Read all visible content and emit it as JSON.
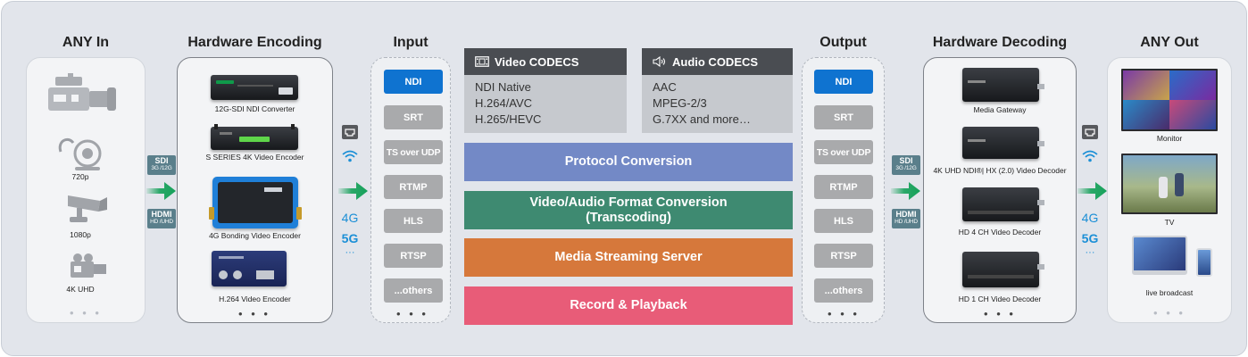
{
  "headings": {
    "any_in": "ANY In",
    "hw_encoding": "Hardware Encoding",
    "input": "Input",
    "output": "Output",
    "hw_decoding": "Hardware Decoding",
    "any_out": "ANY Out"
  },
  "any_in": {
    "sources": [
      {
        "icon": "camcorder-icon",
        "label": ""
      },
      {
        "icon": "webcam-icon",
        "label": "720p"
      },
      {
        "icon": "ptz-camera-icon",
        "label": "1080p"
      },
      {
        "icon": "4k-camera-icon",
        "label": "4K UHD"
      }
    ],
    "more": "• • •"
  },
  "interfaces": {
    "sdi": {
      "title": "SDI",
      "sub": "3G /12G"
    },
    "hdmi": {
      "title": "HDMI",
      "sub": "HD /UHD"
    }
  },
  "encoders": {
    "items": [
      {
        "label": "12G-SDI NDI Converter"
      },
      {
        "label": "S SERIES 4K Video Encoder"
      },
      {
        "label": "4G Bonding Video Encoder"
      },
      {
        "label": "H.264 Video Encoder"
      }
    ],
    "more": "• • •"
  },
  "network": {
    "g4": "4G",
    "g5": "5G",
    "more": "···"
  },
  "protocols": {
    "items": [
      "NDI",
      "SRT",
      "TS over UDP",
      "RTMP",
      "HLS",
      "RTSP",
      "...others"
    ],
    "more": "• • •",
    "highlight_color": "#0f73d0"
  },
  "codecs": {
    "video": {
      "title": "Video CODECS",
      "items": [
        "NDI Native",
        "H.264/AVC",
        "H.265/HEVC"
      ]
    },
    "audio": {
      "title": "Audio CODECS",
      "items": [
        "AAC",
        "MPEG-2/3",
        "G.7XX and more…"
      ]
    }
  },
  "services": [
    {
      "line1": "Protocol Conversion",
      "line2": "",
      "color": "#7389c6"
    },
    {
      "line1": "Video/Audio Format Conversion",
      "line2": "(Transcoding)",
      "color": "#3e8a71"
    },
    {
      "line1": "Media Streaming Server",
      "line2": "",
      "color": "#d6783b"
    },
    {
      "line1": "Record & Playback",
      "line2": "",
      "color": "#e85c78"
    }
  ],
  "decoders": {
    "items": [
      {
        "label": "Media Gateway"
      },
      {
        "label": "4K UHD NDI®| HX (2.0) Video Decoder"
      },
      {
        "label": "HD 4 CH Video Decoder"
      },
      {
        "label": "HD 1 CH Video Decoder"
      }
    ],
    "more": "• • •"
  },
  "any_out": {
    "items": [
      {
        "label": "Monitor"
      },
      {
        "label": "TV"
      },
      {
        "label": "live broadcast"
      }
    ],
    "more": "• • •"
  },
  "colors": {
    "arrow_green": "#16a15a",
    "network_blue": "#1b8fd6",
    "badge": "#5a7f8b",
    "pill_gray": "#a9aaac"
  }
}
